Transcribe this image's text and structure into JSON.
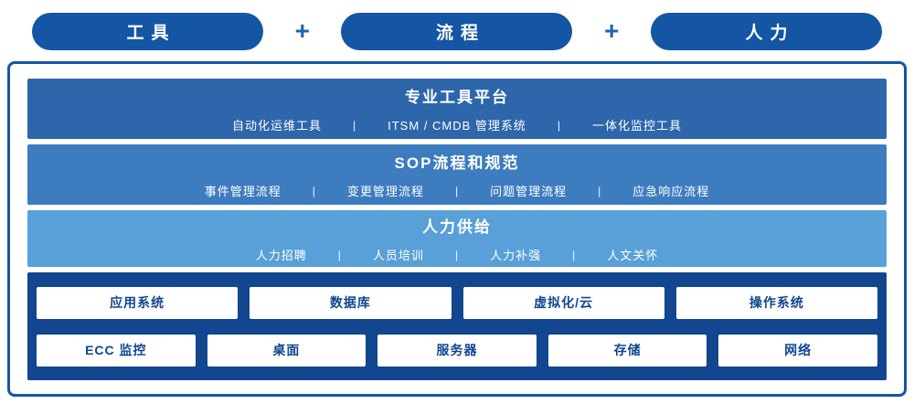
{
  "legend": {
    "plus": "+",
    "items": [
      {
        "label": "工具"
      },
      {
        "label": "流程"
      },
      {
        "label": "人力"
      }
    ]
  },
  "separator": "|",
  "bands": [
    {
      "title": "专业工具平台",
      "color": "#2d66ab",
      "items": [
        "自动化运维工具",
        "ITSM / CMDB 管理系统",
        "一体化监控工具"
      ]
    },
    {
      "title": "SOP流程和规范",
      "color": "#3d7cbf",
      "items": [
        "事件管理流程",
        "变更管理流程",
        "问题管理流程",
        "应急响应流程"
      ]
    },
    {
      "title": "人力供给",
      "color": "#58a0d7",
      "items": [
        "人力招聘",
        "人员培训",
        "人力补强",
        "人文关怀"
      ]
    }
  ],
  "grid": {
    "color": "#12468f",
    "text_color": "#12468f",
    "row1": [
      "应用系统",
      "数据库",
      "虚拟化/云",
      "操作系统"
    ],
    "row2": [
      "ECC 监控",
      "桌面",
      "服务器",
      "存储",
      "网络"
    ]
  },
  "colors": {
    "pill_bg": "#1456a3",
    "plus": "#1f66b2",
    "frame_border": "#1456a3"
  }
}
